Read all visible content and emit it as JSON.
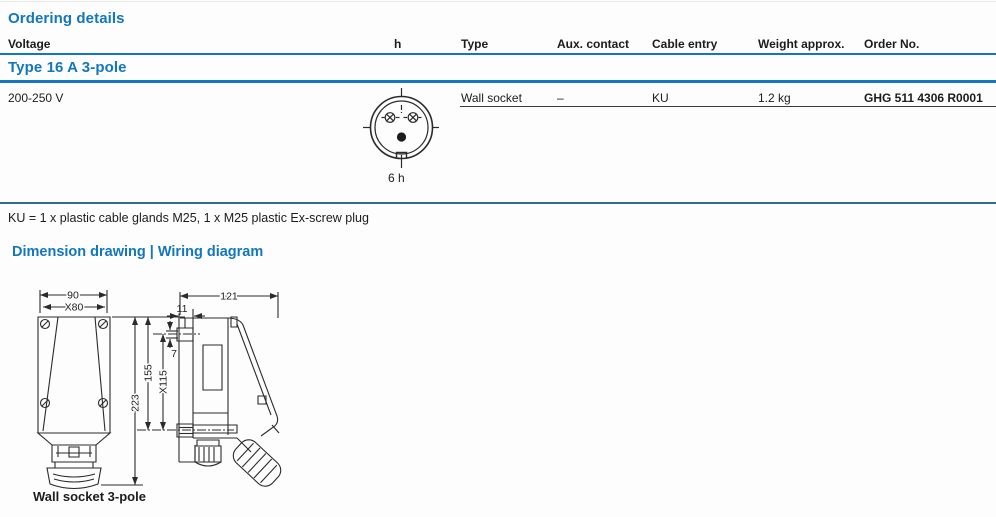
{
  "ordering": {
    "title": "Ordering details",
    "columns": {
      "voltage": "Voltage",
      "h": "h",
      "type": "Type",
      "aux": "Aux. contact",
      "cable": "Cable entry",
      "weight": "Weight approx.",
      "order": "Order No."
    },
    "section": "Type 16 A 3-pole",
    "row": {
      "voltage": "200-250 V",
      "h_label": "6 h",
      "type": "Wall socket",
      "aux": "–",
      "cable": "KU",
      "weight": "1.2 kg",
      "order": "GHG 511 4306 R0001"
    },
    "footnote": "KU = 1 x plastic cable glands M25, 1 x M25 plastic Ex-screw plug"
  },
  "dimension_section": {
    "title": "Dimension drawing | Wiring diagram",
    "caption": "Wall socket 3-pole",
    "dims": {
      "front_width": "90",
      "front_width_x": "X80",
      "total_height": "223",
      "mid_height": "155",
      "fixing_pitch": "X115",
      "depth": "121",
      "plate": "11",
      "tab": "7"
    }
  },
  "icons": {
    "socket_face": "socket-face-6h-icon"
  },
  "colors": {
    "accent_blue": "#1277bd",
    "rule_teal": "#2a7086",
    "ink": "#1c1c1c",
    "line": "#2b2b2b"
  }
}
